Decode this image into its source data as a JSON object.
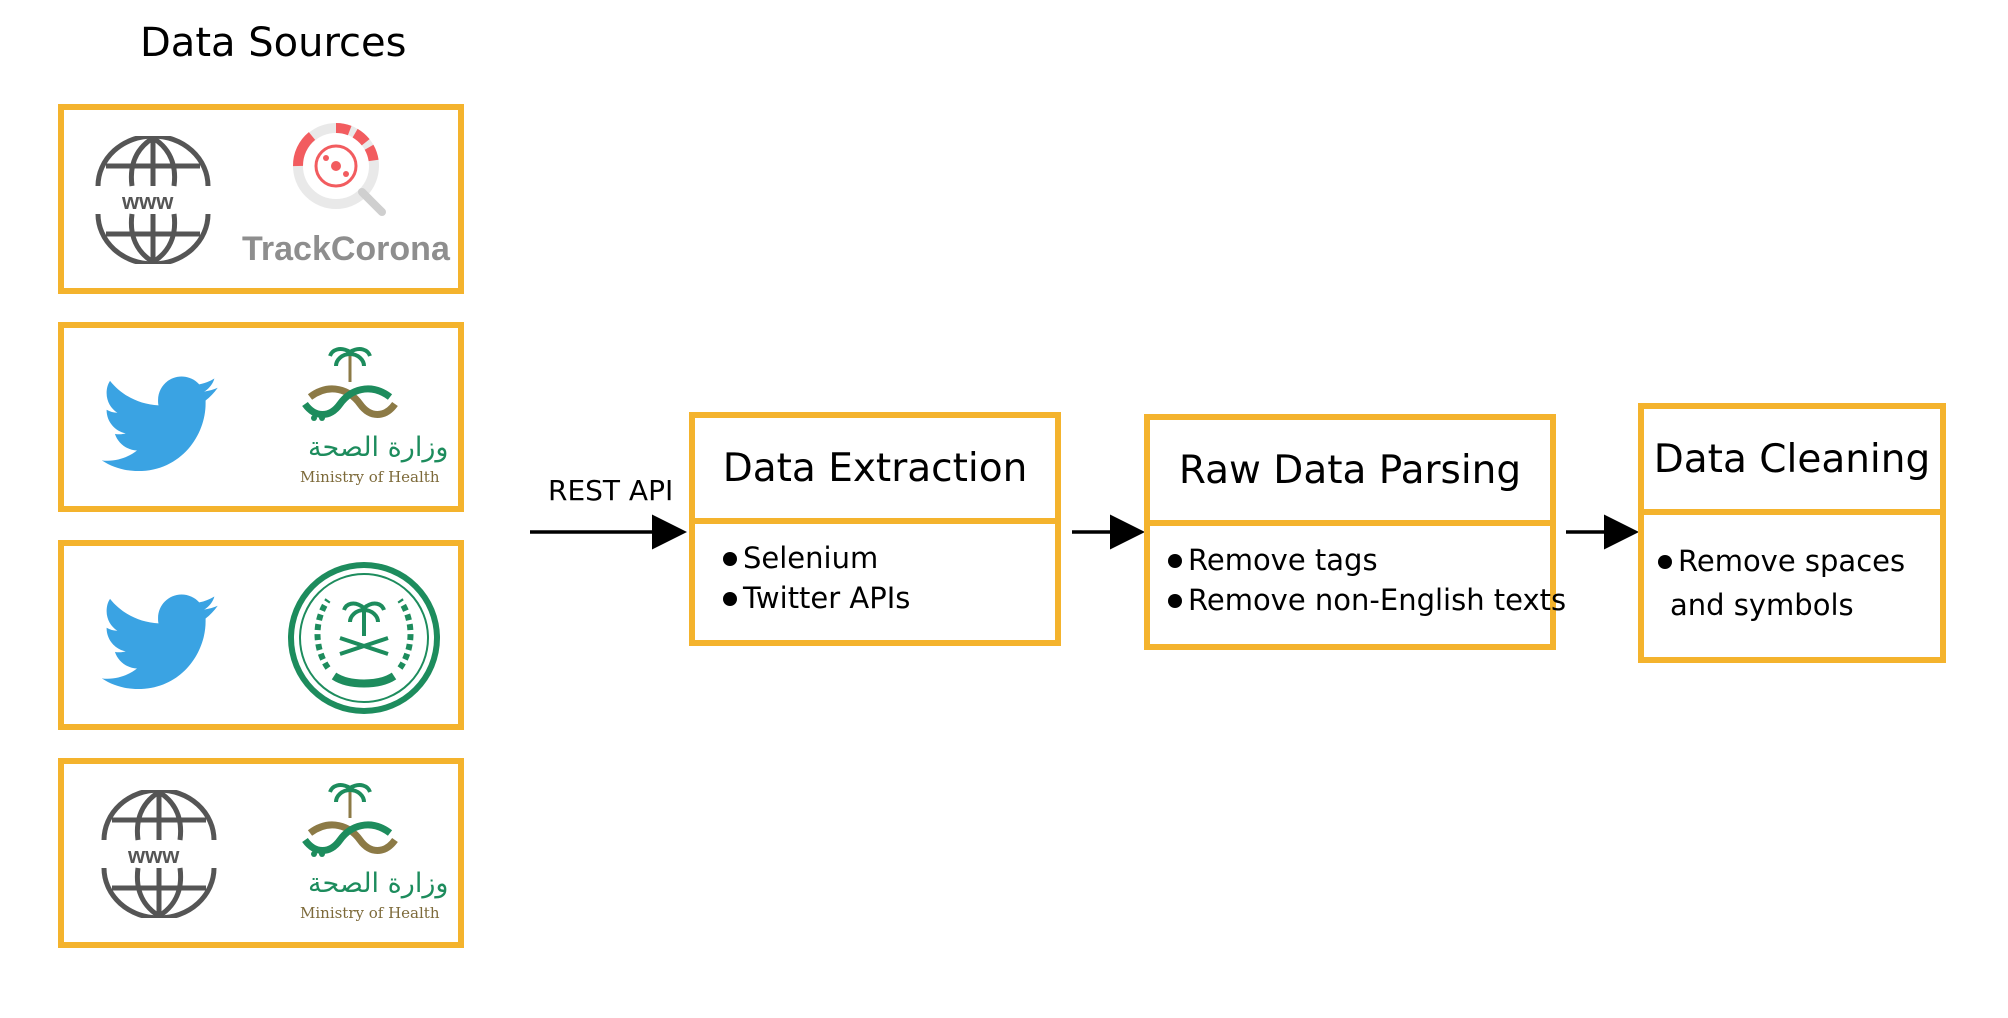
{
  "sources": {
    "title": "Data Sources",
    "items": [
      {
        "left_icon": "globe-www-icon",
        "right_logo": "trackcorona-logo",
        "caption": "TrackCorona",
        "www": "www"
      },
      {
        "left_icon": "twitter-bird-icon",
        "right_logo": "ministry-of-health-logo",
        "ar": "وزارة الصحة",
        "en": "Ministry of Health"
      },
      {
        "left_icon": "twitter-bird-icon",
        "right_logo": "saudi-emblem-seal"
      },
      {
        "left_icon": "globe-www-icon",
        "right_logo": "ministry-of-health-logo",
        "www": "www",
        "ar": "وزارة الصحة",
        "en": "Ministry of Health"
      }
    ]
  },
  "arrow_label": "REST API",
  "stages": [
    {
      "title": "Data Extraction",
      "bullets": [
        "Selenium",
        "Twitter APIs"
      ]
    },
    {
      "title": "Raw Data Parsing",
      "bullets": [
        "Remove tags",
        "Remove non-English texts"
      ]
    },
    {
      "title": "Data Cleaning",
      "bullets": [
        "Remove spaces",
        "and symbols"
      ]
    }
  ],
  "colors": {
    "box_border": "#F4B32D",
    "twitter_blue": "#3AA3E3",
    "moh_green": "#1D8C5D",
    "moh_gold": "#8C7A46",
    "trackcorona_red": "#F25C5F"
  }
}
